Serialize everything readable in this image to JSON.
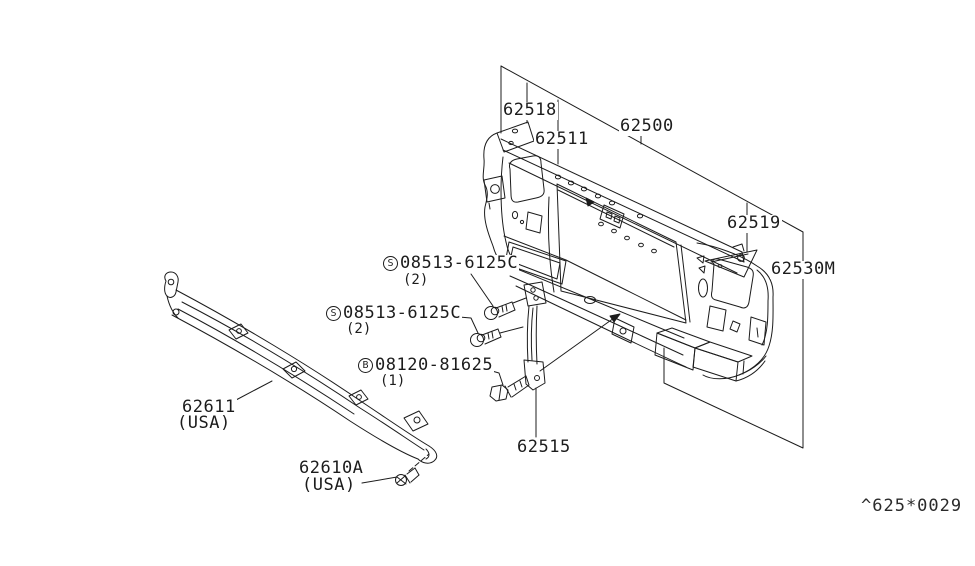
{
  "labels": {
    "n62518": "62518",
    "n62511": "62511",
    "n62500": "62500",
    "n62519": "62519",
    "n62530m": "62530M",
    "n62515": "62515",
    "n62611": "62611",
    "n62611_region": "(USA)",
    "n62610a": "62610A",
    "n62610a_region": "(USA)"
  },
  "fasteners": {
    "s1": {
      "prefix": "S",
      "number": "08513-6125C",
      "qty": "(2)"
    },
    "s2": {
      "prefix": "S",
      "number": "08513-6125C",
      "qty": "(2)"
    },
    "b1": {
      "prefix": "B",
      "number": "08120-81625",
      "qty": "(1)"
    }
  },
  "diagram_code": "^625*0029",
  "colors": {
    "line": "#1c1c1c",
    "background": "#ffffff"
  }
}
